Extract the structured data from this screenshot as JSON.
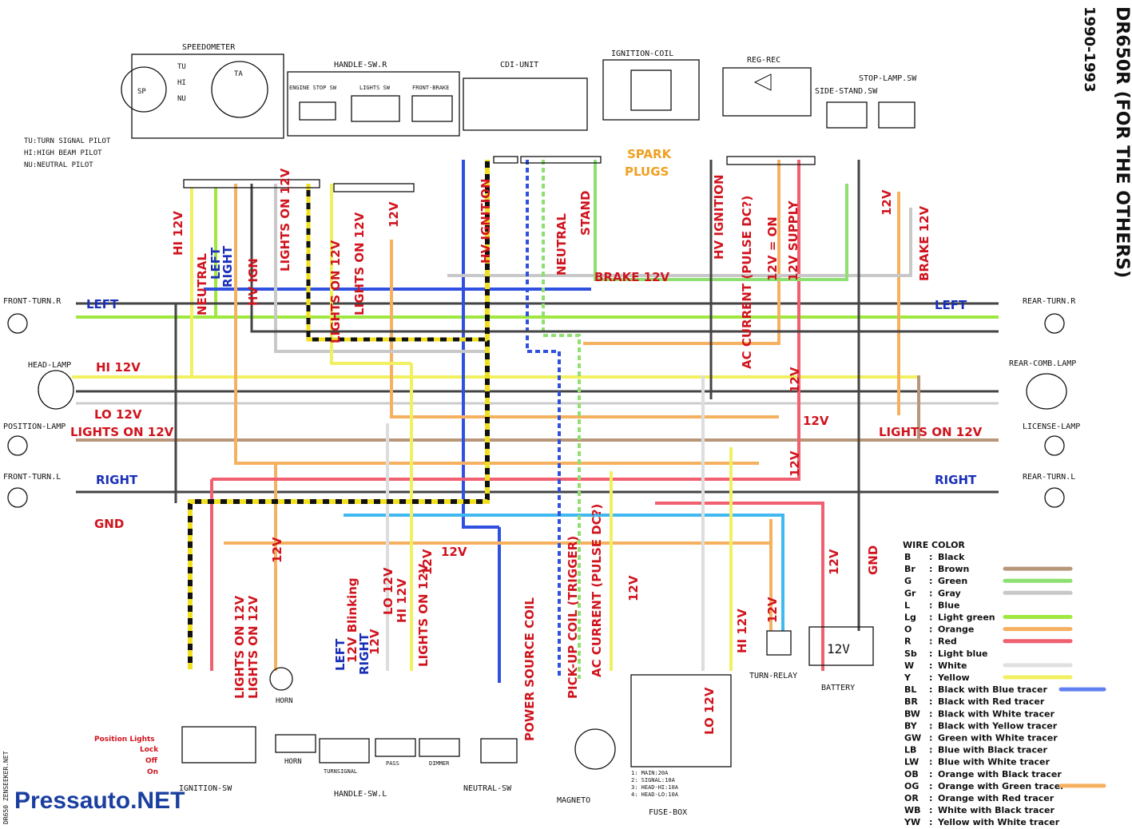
{
  "title": {
    "main": "DR650R (FOR THE OTHERS)",
    "years": "1990-1993"
  },
  "components": {
    "speedometer": "SPEEDOMETER",
    "sp": "SP",
    "ta": "TA",
    "tu": "TU",
    "hi": "HI",
    "nu": "NU",
    "pilot_tu": "TU:TURN SIGNAL PILOT",
    "pilot_hi": "HI:HIGH BEAM PILOT",
    "pilot_nu": "NU:NEUTRAL PILOT",
    "handle_r": "HANDLE-SW.R",
    "engine_stop": "ENGINE STOP SW",
    "lights_sw": "LIGHTS SW",
    "front_brake": "FRONT-BRAKE",
    "cdi": "CDI-UNIT",
    "ignition_coil": "IGNITION-COIL",
    "spark": "SPARK",
    "plugs": "PLUGS",
    "reg_rec": "REG-REC",
    "stop_lamp": "STOP-LAMP.SW",
    "side_stand": "SIDE-STAND.SW",
    "front_turn_r": "FRONT-TURN.R",
    "head_lamp": "HEAD-LAMP",
    "position_lamp": "POSITION-LAMP",
    "front_turn_l": "FRONT-TURN.L",
    "rear_turn_r": "REAR-TURN.R",
    "rear_comb": "REAR-COMB.LAMP",
    "license_lamp": "LICENSE-LAMP",
    "rear_turn_l": "REAR-TURN.L",
    "ignition_sw": "IGNITION-SW",
    "horn": "HORN",
    "handle_l": "HANDLE-SW.L",
    "turnsignal": "TURNSIGNAL",
    "pass": "PASS",
    "dimmer": "DIMMER",
    "neutral_sw": "NEUTRAL-SW",
    "magneto": "MAGNETO",
    "fuse_box": "FUSE-BOX",
    "turn_relay": "TURN-RELAY",
    "battery": "BATTERY",
    "battery_v": "12V"
  },
  "fuses": [
    "1: MAIN:20A",
    "2: SIGNAL:10A",
    "3: HEAD-HI:10A",
    "4: HEAD-LO:10A"
  ],
  "ignition_positions": [
    "Position Lights",
    "Lock",
    "Off",
    "On"
  ],
  "annotations": {
    "left_l": "LEFT",
    "hi12": "HI 12V",
    "lo12": "LO 12V",
    "lights_on": "LIGHTS ON 12V",
    "right_l": "RIGHT",
    "gnd": "GND",
    "brake12": "BRAKE 12V",
    "left_r": "LEFT",
    "right_r": "RIGHT",
    "lights_on_r": "LIGHTS ON 12V",
    "v12a": "12V",
    "v12b": "12V",
    "v12c": "12V",
    "v12d": "12V",
    "gnd2": "GND",
    "hv_ign": "HV IGNITION",
    "neutral": "NEUTRAL",
    "stand": "STAND",
    "hv_ign2": "HV IGNITION",
    "ac_current": "AC CURRENT (PULSE DC?)",
    "v_on": "12V = ON",
    "v_supply": "12V SUPPLY",
    "brake_v": "BRAKE 12V",
    "hi12v_v": "HI 12V",
    "neutral_v": "NEUTRAL",
    "left_v": "LEFT",
    "right_v": "RIGHT",
    "hv_ign_v": "HV IGN",
    "lights_on_v": "LIGHTS ON 12V",
    "lights_on_v2": "LIGHTS ON 12V",
    "lights_on_v3": "LIGHTS ON 12V",
    "v12_orange": "12V",
    "power_source": "POWER SOURCE COIL",
    "pickup": "PICK-UP COIL (TRIGGER)",
    "ac_current2": "AC CURRENT (PULSE DC?)",
    "lo12v_v": "LO 12V",
    "hi12v_v2": "HI 12V",
    "v12_relay": "12V",
    "lights_on_bot1": "LIGHTS ON 12V",
    "lights_on_bot2": "LIGHTS ON 12V",
    "v12_bot": "12V",
    "left_bot": "LEFT",
    "blinking": "12V Blinking",
    "right_bot": "RIGHT",
    "v12_bot2": "12V",
    "lo_bot": "LO 12V",
    "hi_bot": "HI 12V",
    "lights_on_bot3": "LIGHTS ON 12V",
    "v12_mid": "12V",
    "v12_mid2": "12V",
    "v12_fb": "12V",
    "v12_top": "12V",
    "brake_v2": "BRAKE 12V"
  },
  "wire_color_title": "WIRE COLOR",
  "wire_colors": [
    {
      "code": "B",
      "name": "Black",
      "color": ""
    },
    {
      "code": "Br",
      "name": "Brown",
      "color": "#b8967a"
    },
    {
      "code": "G",
      "name": "Green",
      "color": "#8ee070"
    },
    {
      "code": "Gr",
      "name": "Gray",
      "color": "#c8c8c8"
    },
    {
      "code": "L",
      "name": "Blue",
      "color": ""
    },
    {
      "code": "Lg",
      "name": "Light green",
      "color": "#a0e840"
    },
    {
      "code": "O",
      "name": "Orange",
      "color": "#f5b060"
    },
    {
      "code": "R",
      "name": "Red",
      "color": "#f06070"
    },
    {
      "code": "Sb",
      "name": "Light blue",
      "color": ""
    },
    {
      "code": "W",
      "name": "White",
      "color": "#e0e0e0"
    },
    {
      "code": "Y",
      "name": "Yellow",
      "color": "#f0f060"
    },
    {
      "code": "BL",
      "name": "Black with Blue tracer",
      "color": "#6080f0"
    },
    {
      "code": "BR",
      "name": "Black with Red tracer",
      "color": ""
    },
    {
      "code": "BW",
      "name": "Black with White tracer",
      "color": ""
    },
    {
      "code": "BY",
      "name": "Black with Yellow tracer",
      "color": ""
    },
    {
      "code": "GW",
      "name": "Green with White tracer",
      "color": ""
    },
    {
      "code": "LB",
      "name": "Blue with Black tracer",
      "color": ""
    },
    {
      "code": "LW",
      "name": "Blue with White tracer",
      "color": ""
    },
    {
      "code": "OB",
      "name": "Orange with Black tracer",
      "color": ""
    },
    {
      "code": "OG",
      "name": "Orange with Green tracer",
      "color": "#f5b060"
    },
    {
      "code": "OR",
      "name": "Orange with Red tracer",
      "color": ""
    },
    {
      "code": "WB",
      "name": "White with Black tracer",
      "color": ""
    },
    {
      "code": "YW",
      "name": "Yellow with White tracer",
      "color": ""
    }
  ],
  "footer": {
    "site": "Pressauto.NET",
    "side": "DR650 ZENSEEKER.NET"
  }
}
